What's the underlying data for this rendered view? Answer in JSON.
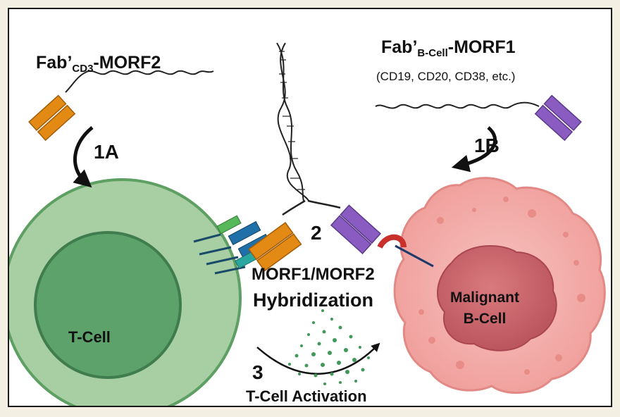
{
  "fab_tcell": {
    "prefix": "Fab’",
    "subscript": "CD3",
    "suffix": "-MORF2"
  },
  "fab_bcell": {
    "prefix": "Fab’",
    "subscript": "B-Cell",
    "suffix": "-MORF1"
  },
  "targets": "(CD19, CD20, CD38, etc.)",
  "steps": {
    "step_1a": "1A",
    "step_1b": "1B",
    "step_2": "2",
    "step_3": "3"
  },
  "hybridization": {
    "line1": "MORF1/MORF2",
    "line2": "Hybridization"
  },
  "activation": "T-Cell Activation",
  "cells": {
    "t_cell": "T-Cell",
    "b_cell_line1": "Malignant",
    "b_cell_line2": "B-Cell"
  },
  "colors": {
    "fab_cd3": "#e38a15",
    "fab_bcell": "#8a5cc2",
    "t_cell_outer": "#a8cfa3",
    "t_cell_nucleus": "#5ea26b",
    "b_cell": "#f1aaa7",
    "b_cell_nucleus": "#c7646b",
    "receptor_blue": "#1f6fa8",
    "receptor_teal": "#2aa6a0",
    "receptor_green": "#57b85a",
    "dots": "#3d9a58",
    "cd_target": "#c9302c"
  }
}
